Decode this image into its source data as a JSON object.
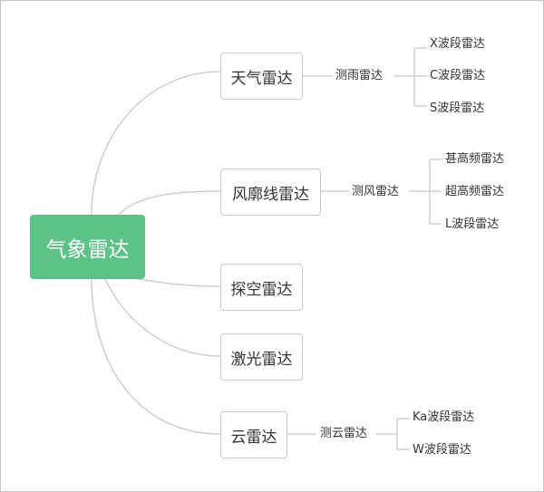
{
  "diagram": {
    "root": "气象雷达",
    "branches": [
      {
        "label": "天气雷达",
        "sub": "测雨雷达",
        "leaves": [
          "X波段雷达",
          "C波段雷达",
          "S波段雷达"
        ]
      },
      {
        "label": "风廓线雷达",
        "sub": "测风雷达",
        "leaves": [
          "甚高频雷达",
          "超高频雷达",
          "L波段雷达"
        ]
      },
      {
        "label": "探空雷达"
      },
      {
        "label": "激光雷达"
      },
      {
        "label": "云雷达",
        "sub": "测云雷达",
        "leaves": [
          "Ka波段雷达",
          "W波段雷达"
        ]
      }
    ]
  },
  "colors": {
    "root_fill": "#5cc387",
    "root_text": "#ffffff",
    "line": "#c8c8c8",
    "box_border": "#c9c9c9",
    "text": "#333333"
  }
}
